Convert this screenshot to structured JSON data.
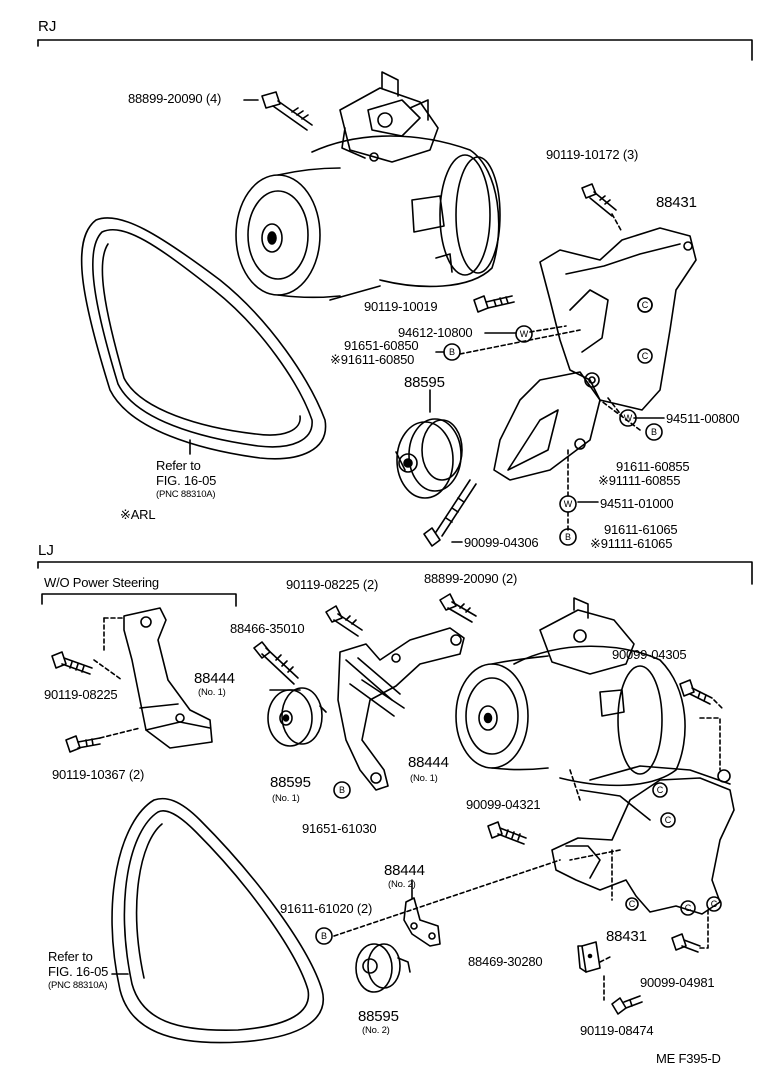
{
  "sections": {
    "rj": "RJ",
    "lj": "LJ"
  },
  "rj": {
    "bolt_top": "88899-20090 (4)",
    "bolt_90119_10172": "90119-10172 (3)",
    "bracket_88431": "88431",
    "bolt_90119_10019": "90119-10019",
    "washer_94612": "94612-10800",
    "bolt_91651": "91651-60850",
    "bolt_91611_60850": "※91611-60850",
    "idler_88595": "88595",
    "washer_94511_00800": "94511-00800",
    "bolt_91611_60855": "91611-60855",
    "bolt_91111_60855": "※91111-60855",
    "washer_94511_01000": "94511-01000",
    "bolt_91611_61065": "91611-61065",
    "bolt_91111_61065": "※91111-61065",
    "bolt_90099_04306": "90099-04306",
    "refer_to": "Refer to",
    "fig": "FIG. 16-05",
    "pnc": "(PNC 88310A)",
    "arl": "※ARL",
    "marker_w": "W",
    "marker_b": "B",
    "marker_c": "C"
  },
  "lj": {
    "wo_power_steering": "W/O Power Steering",
    "bolt_90119_08225_2": "90119-08225 (2)",
    "bolt_88899_20090_2": "88899-20090 (2)",
    "bolt_88466": "88466-35010",
    "bolt_90119_08225": "90119-08225",
    "bracket_88444_no1_a": "88444",
    "no1": "(No. 1)",
    "bolt_90119_10367": "90119-10367 (2)",
    "idler_88595_no1": "88595",
    "bracket_88444_no1_b": "88444",
    "bolt_91651_61030": "91651-61030",
    "bolt_90099_04305": "90099-04305",
    "bolt_90099_04321": "90099-04321",
    "bracket_88444_no2": "88444",
    "no2": "(No. 2)",
    "bolt_91611_61020": "91611-61020 (2)",
    "bracket_88431": "88431",
    "nut_88469": "88469-30280",
    "bolt_90099_04981": "90099-04981",
    "idler_88595_no2": "88595",
    "bolt_90119_08474": "90119-08474",
    "refer_to": "Refer to",
    "fig": "FIG. 16-05",
    "pnc": "(PNC 88310A)"
  },
  "footer": "ME  F395-D"
}
